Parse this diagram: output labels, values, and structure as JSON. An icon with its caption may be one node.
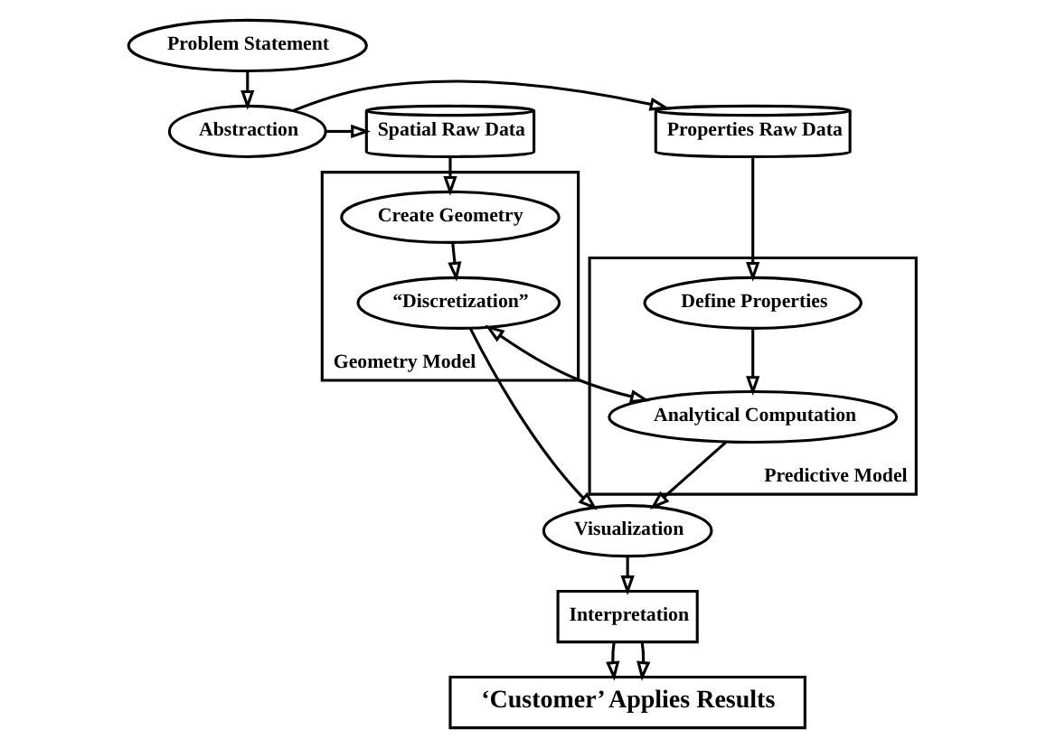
{
  "diagram": {
    "nodes": [
      {
        "text": [
          "Problem Statement"
        ]
      },
      {
        "text": [
          "Spatial Raw Data"
        ]
      },
      {
        "text": [
          "Abstraction"
        ]
      },
      {
        "text": [
          "Properties Raw Data"
        ]
      },
      {
        "text": [
          "Geometry Model"
        ]
      },
      {
        "text": [
          "Create Geometry"
        ],
        "in": 4
      },
      {
        "text": [
          "Predictive Model"
        ]
      },
      {
        "text": [
          "Define Properties"
        ],
        "in": 6
      },
      {
        "text": [
          "“Discretization”"
        ],
        "in": 4
      },
      {
        "text": [
          "Analytical Computation"
        ],
        "in": 6
      },
      {
        "text": [
          "Visualization"
        ]
      },
      {
        "text": [
          "Interpretation"
        ]
      },
      {
        "text": [
          "‘Customer’ Applies Results"
        ]
      }
    ],
    "edges": [
      {
        "from": 0,
        "to": 2,
        "arrow": "to"
      },
      {
        "from": 2,
        "to": 1,
        "arrow": "to"
      },
      {
        "from": 2,
        "to": 3,
        "arrow": "to"
      },
      {
        "from": 1,
        "to": 5,
        "arrow": "to"
      },
      {
        "from": 3,
        "to": 7,
        "arrow": "to"
      },
      {
        "from": 5,
        "to": 8,
        "arrow": "to"
      },
      {
        "from": 7,
        "to": 9,
        "arrow": "to"
      },
      {
        "from": 8,
        "to": 9,
        "arrow": "both"
      },
      {
        "from": 8,
        "to": 10,
        "arrow": "to"
      },
      {
        "from": 9,
        "to": 10,
        "arrow": "to"
      },
      {
        "from": 10,
        "to": 11,
        "arrow": "to"
      },
      {
        "from": 11,
        "to": 12,
        "arrow": "to"
      },
      {
        "from": 11,
        "to": 12,
        "arrow": "to"
      }
    ]
  }
}
